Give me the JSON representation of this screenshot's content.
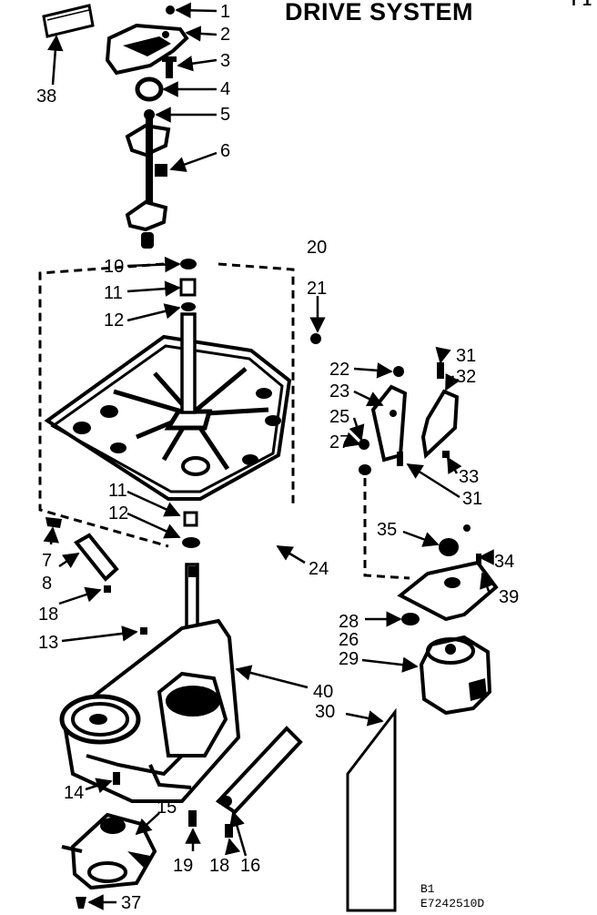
{
  "page": {
    "title": "DRIVE SYSTEM",
    "corner_fragment": "r 1",
    "figure_code": [
      "B1",
      "E7242510D"
    ]
  },
  "callouts": [
    "1",
    "2",
    "3",
    "4",
    "5",
    "6",
    "7",
    "8",
    "10",
    "11",
    "11",
    "12",
    "12",
    "13",
    "14",
    "15",
    "16",
    "18",
    "18",
    "19",
    "20",
    "21",
    "22",
    "23",
    "24",
    "25",
    "26",
    "27",
    "28",
    "29",
    "30",
    "31",
    "31",
    "32",
    "33",
    "34",
    "35",
    "37",
    "38",
    "39",
    "40"
  ]
}
